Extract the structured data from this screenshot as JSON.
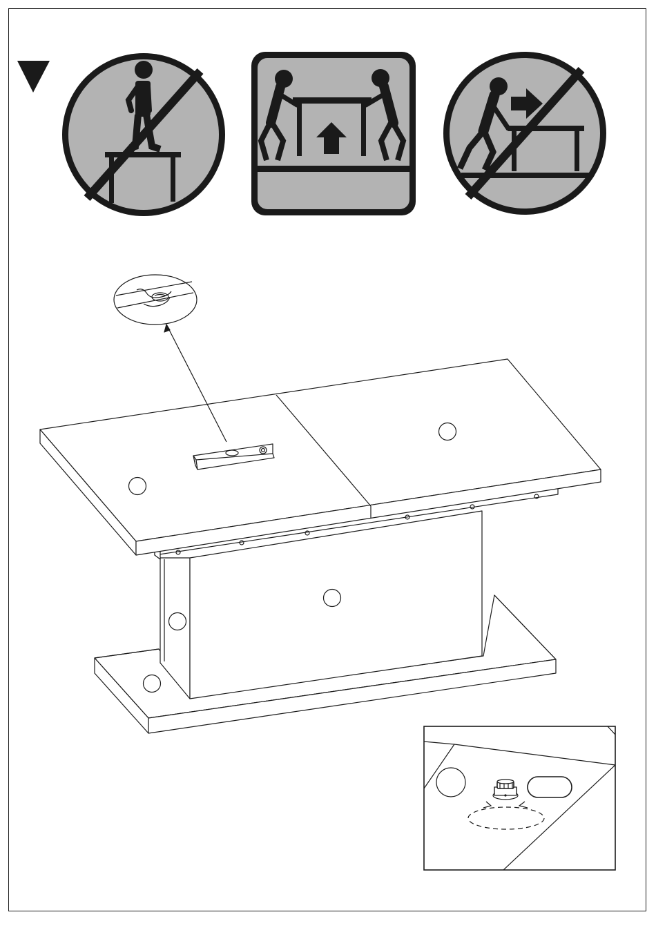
{
  "colors": {
    "ink": "#1a1a1a",
    "sign_fill": "#b3b3b3",
    "paper": "#ffffff"
  },
  "icons": [
    "warning-triangle-icon",
    "no-standing-on-table-icon",
    "two-person-lift-icon",
    "no-pushing-table-icon"
  ],
  "main_illustration": {
    "subject": "extendable-dining-table-with-pedestal-base",
    "callout": "spirit-level-bubble-detail",
    "inset": "adjustable-foot-leveler-detail"
  }
}
